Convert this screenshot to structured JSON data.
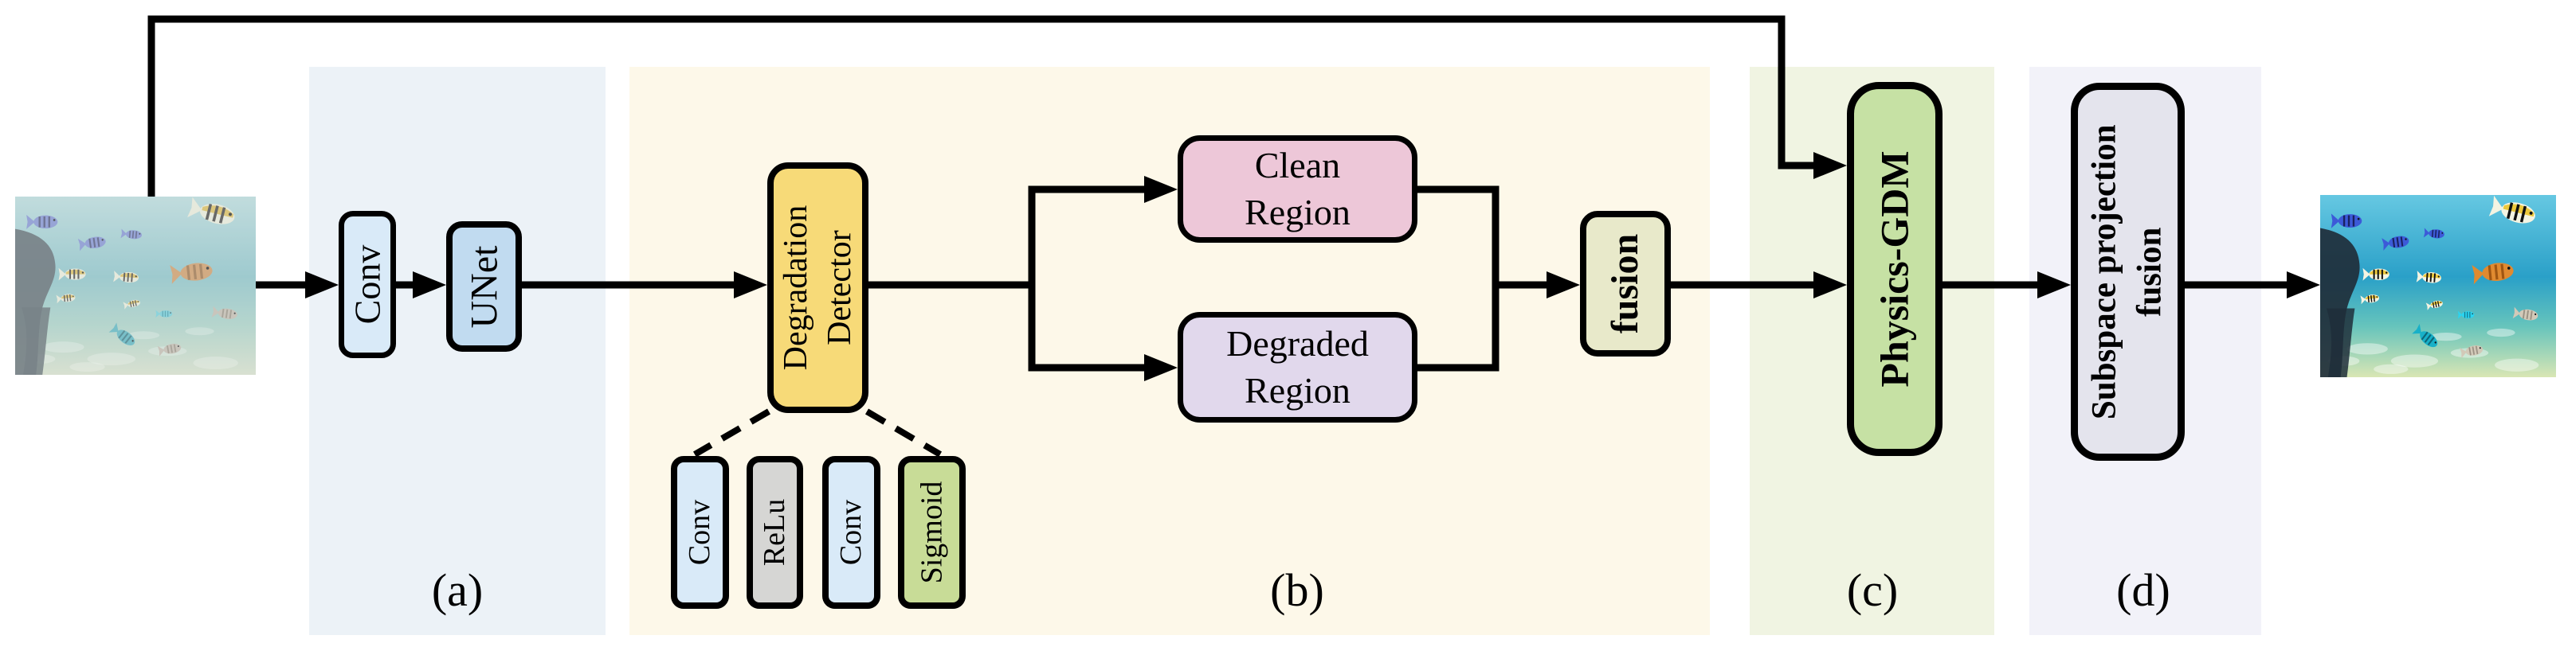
{
  "figure": {
    "kind": "model-architecture-diagram",
    "wire_color": "#000000",
    "sections": [
      {
        "id": "a",
        "label": "(a)",
        "bg": "#ecf2f7"
      },
      {
        "id": "b",
        "label": "(b)",
        "bg": "#fdf8e9"
      },
      {
        "id": "c",
        "label": "(c)",
        "bg": "#f0f4e2"
      },
      {
        "id": "d",
        "label": "(d)",
        "bg": "#f2f2f9"
      }
    ],
    "nodes": {
      "conv_a": {
        "label": "Conv",
        "fill": "#d9eaf8"
      },
      "unet": {
        "label": "UNet",
        "fill": "#c1dbf0"
      },
      "degradation_detector": {
        "lines": [
          "Degradation",
          "Detector"
        ],
        "fill": "#f7da78"
      },
      "detector_layers": [
        {
          "label": "Conv",
          "fill": "#d9eaf8"
        },
        {
          "label": "ReLu",
          "fill": "#d6d6d4"
        },
        {
          "label": "Conv",
          "fill": "#d9eaf8"
        },
        {
          "label": "Sigmoid",
          "fill": "#c8dc97"
        }
      ],
      "clean_region": {
        "lines": [
          "Clean",
          "Region"
        ],
        "fill": "#edc7d8"
      },
      "degraded_region": {
        "lines": [
          "Degraded",
          "Region"
        ],
        "fill": "#e1d8ec"
      },
      "fusion": {
        "label": "fusion",
        "fill": "#e8e9ca"
      },
      "physics_gdm": {
        "label": "Physics-GDM",
        "fill": "#c6e1a4"
      },
      "subspace_fusion": {
        "lines": [
          "Subspace projection",
          "fusion"
        ],
        "fill": "#e4e4ed"
      }
    },
    "images": {
      "input": {
        "alt": "hazy underwater photo of a diver and tropical fish"
      },
      "output": {
        "alt": "enhanced vivid underwater photo of a diver and tropical fish"
      }
    }
  }
}
